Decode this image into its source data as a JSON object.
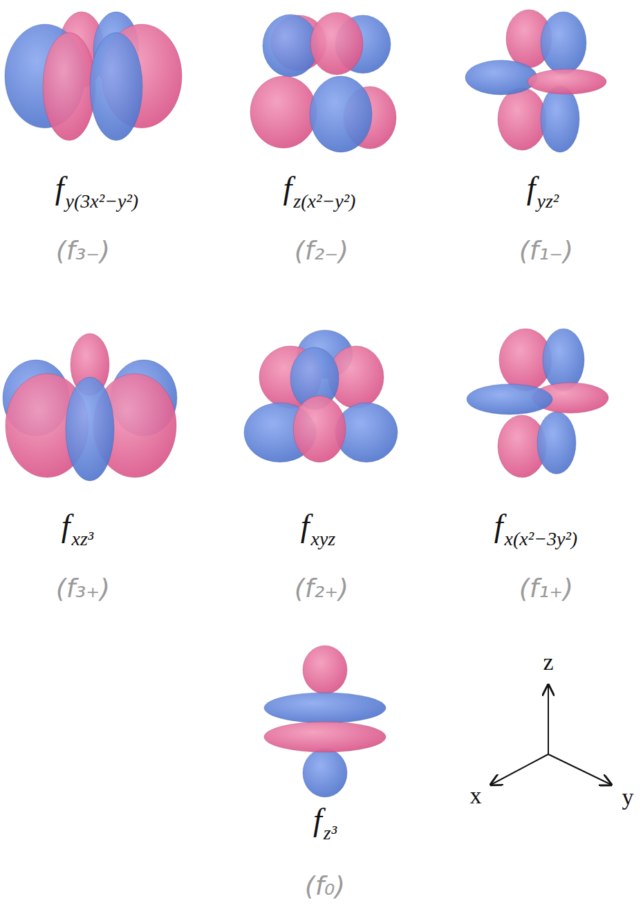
{
  "diagram": {
    "labels": [
      "f",
      "y(3x²−y²)",
      "(f₃₋)",
      "f",
      "z(x²−y²)",
      "(f₂₋)",
      "f",
      "yz²",
      "(f₁₋)",
      "f",
      "xz³",
      "(f₃₊)",
      "f",
      "xyz",
      "(f₂₊)",
      "f",
      "x(x²−3y²)",
      "(f₁₊)",
      "f",
      "z³",
      "(f₀)",
      "z",
      "x",
      "y"
    ]
  }
}
